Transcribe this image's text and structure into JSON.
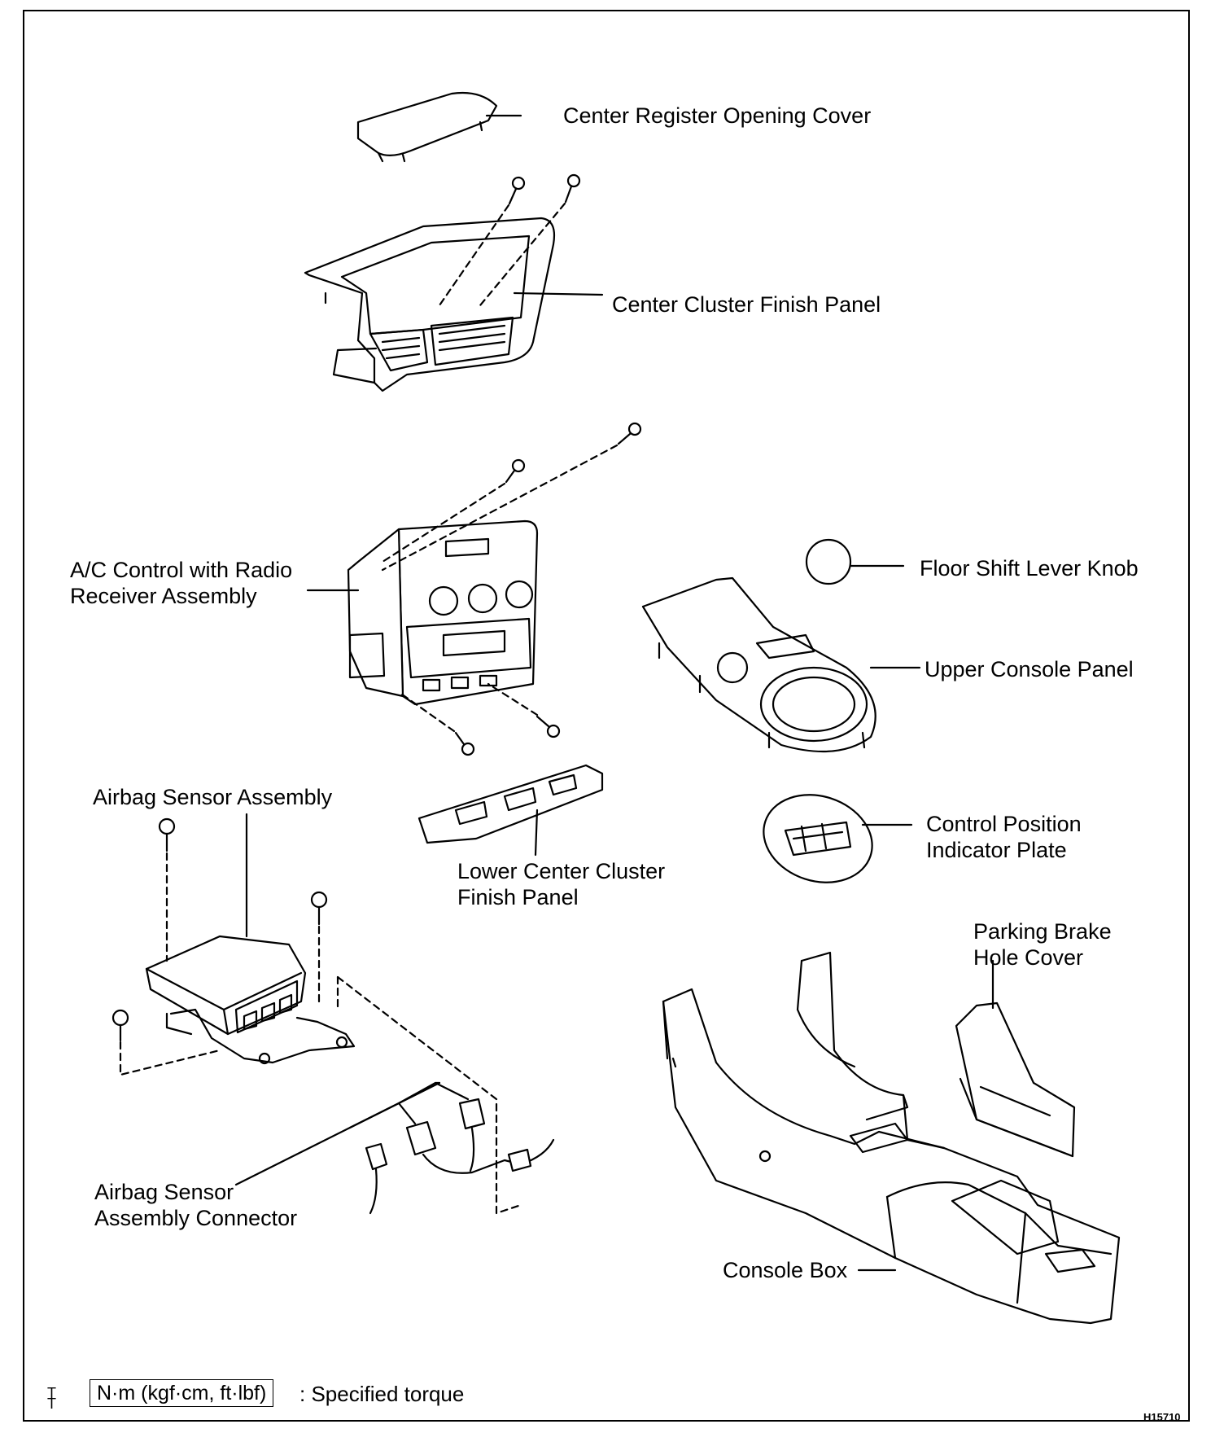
{
  "labels": {
    "center_register_opening_cover": "Center Register Opening Cover",
    "center_cluster_finish_panel": "Center Cluster Finish Panel",
    "ac_control_line1": "A/C Control with Radio",
    "ac_control_line2": "Receiver Assembly",
    "floor_shift_lever_knob": "Floor Shift Lever Knob",
    "upper_console_panel": "Upper Console Panel",
    "airbag_sensor_assembly": "Airbag Sensor Assembly",
    "lower_center_cluster_line1": "Lower Center Cluster",
    "lower_center_cluster_line2": "Finish Panel",
    "control_position_line1": "Control Position",
    "control_position_line2": "Indicator Plate",
    "parking_brake_line1": "Parking Brake",
    "parking_brake_line2": "Hole Cover",
    "airbag_connector_line1": "Airbag Sensor",
    "airbag_connector_line2": "Assembly Connector",
    "console_box": "Console Box"
  },
  "legend": {
    "unit": "N·m (kgf·cm, ft·lbf)",
    "description": ": Specified torque"
  },
  "figure_code": "H15710"
}
